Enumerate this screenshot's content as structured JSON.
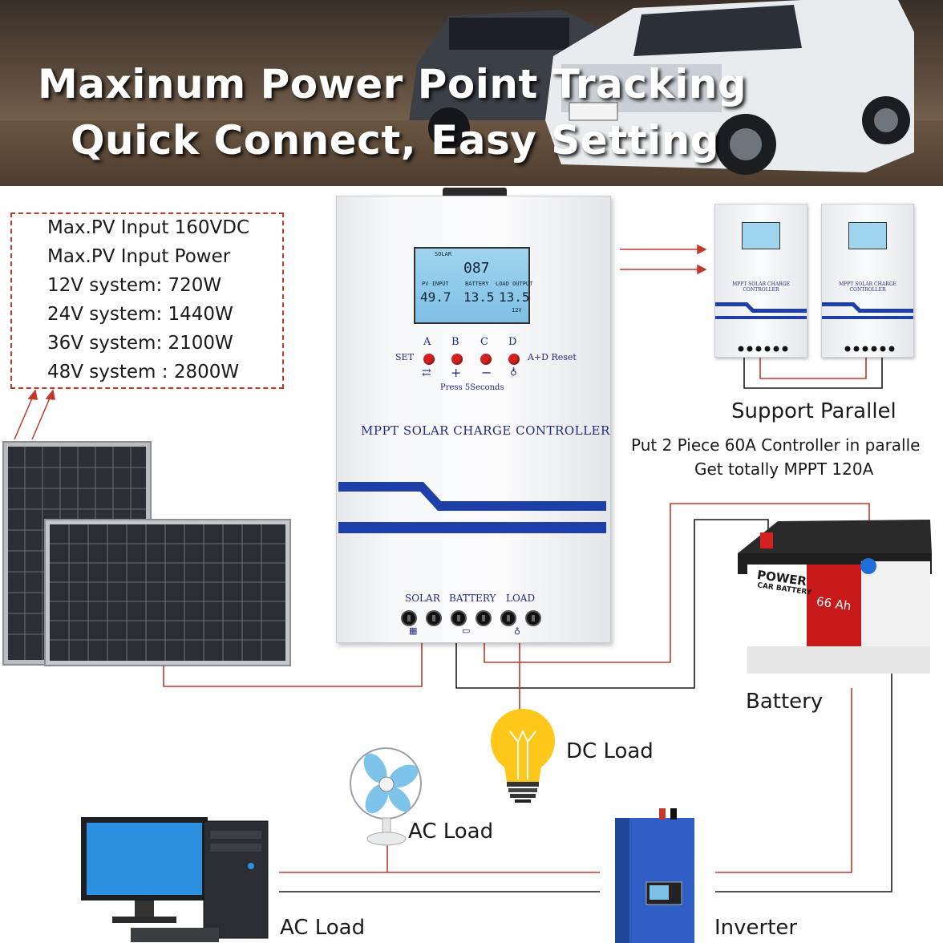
{
  "header": {
    "title_line1": "Maxinum Power Point Tracking",
    "title_line2": "Quick Connect, Easy Setting"
  },
  "specs": [
    "Max.PV Input 160VDC",
    "Max.PV Input Power",
    "12V system: 720W",
    "24V system: 1440W",
    "36V system: 2100W",
    "48V system : 2800W"
  ],
  "controller": {
    "lcd": {
      "solar": "SOLAR",
      "pv_input": "PV INPUT",
      "battery": "BATTERY",
      "load_output": "LOAD OUTPUT",
      "pv_value": "49.7",
      "battery_value": "13.5",
      "load_value": "13.5",
      "percent_value": "087",
      "system_voltage": "12V"
    },
    "button_letters": [
      "A",
      "B",
      "C",
      "D"
    ],
    "set_label": "SET",
    "reset_label": "A+D Reset",
    "press_label": "Press 5Seconds",
    "name": "MPPT SOLAR CHARGE CONTROLLER",
    "terminal_labels": [
      "SOLAR",
      "BATTERY",
      "LOAD"
    ]
  },
  "parallel": {
    "title": "Support Parallel",
    "desc_line1": "Put 2 Piece 60A Controller in paralle",
    "desc_line2": "Get totally MPPT 120A",
    "mini_name": "MPPT SOLAR CHARGE CONTROLLER"
  },
  "battery": {
    "label": "Battery",
    "brand_line1": "POWER",
    "brand_line2": "CAR BATTERY",
    "capacity": "66 Ah"
  },
  "loads": {
    "dc_load": "DC Load",
    "ac_load_fan": "AC Load",
    "ac_load_pc": "AC Load",
    "inverter": "Inverter"
  },
  "colors": {
    "wire_red": "#c0392b",
    "wire_black": "#1a1a1a",
    "controller_blue": "#1f3fa8",
    "inverter_blue": "#2f5fc4"
  }
}
